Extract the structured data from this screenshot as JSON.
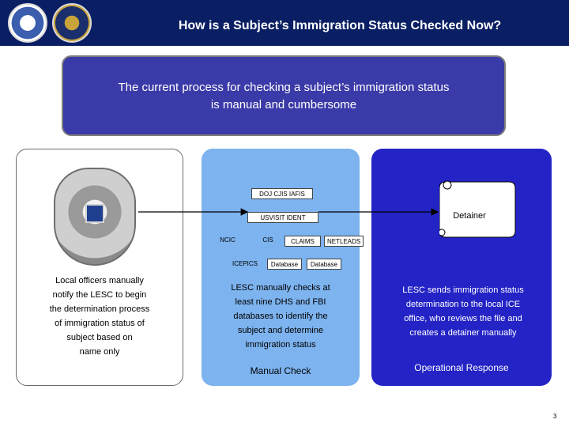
{
  "header": {
    "title": "How is a Subject’s Immigration Status Checked Now?"
  },
  "banner": {
    "line1": "The current process for checking a subject’s immigration status",
    "line2": "is manual and cumbersome"
  },
  "left_column": {
    "text_lines": [
      "Local officers manually",
      "notify the LESC to begin",
      "the determination process",
      "of immigration status of",
      "subject based on",
      "name only"
    ]
  },
  "middle_column": {
    "databases": [
      "DOJ CJIS IAFIS",
      "USVISIT IDENT",
      "NCIC",
      "CIS",
      "CLAIMS",
      "NETLEADS",
      "ICEPICS",
      "Database",
      "Database"
    ],
    "text_lines": [
      "LESC manually checks at",
      "least nine DHS and FBI",
      "databases to identify the",
      "subject and determine",
      "immigration status"
    ],
    "footer": "Manual Check"
  },
  "right_column": {
    "scroll_label": "Detainer",
    "text_lines": [
      "LESC sends immigration status",
      "determination to the local ICE",
      "office, who reviews the file and",
      "creates a detainer manually"
    ],
    "footer": "Operational Response"
  },
  "page_number": "3",
  "colors": {
    "header_bg": "#0a1f63",
    "banner_bg": "#3a3aa8",
    "middle_bg": "#7db3ef",
    "right_bg": "#2323c6"
  }
}
